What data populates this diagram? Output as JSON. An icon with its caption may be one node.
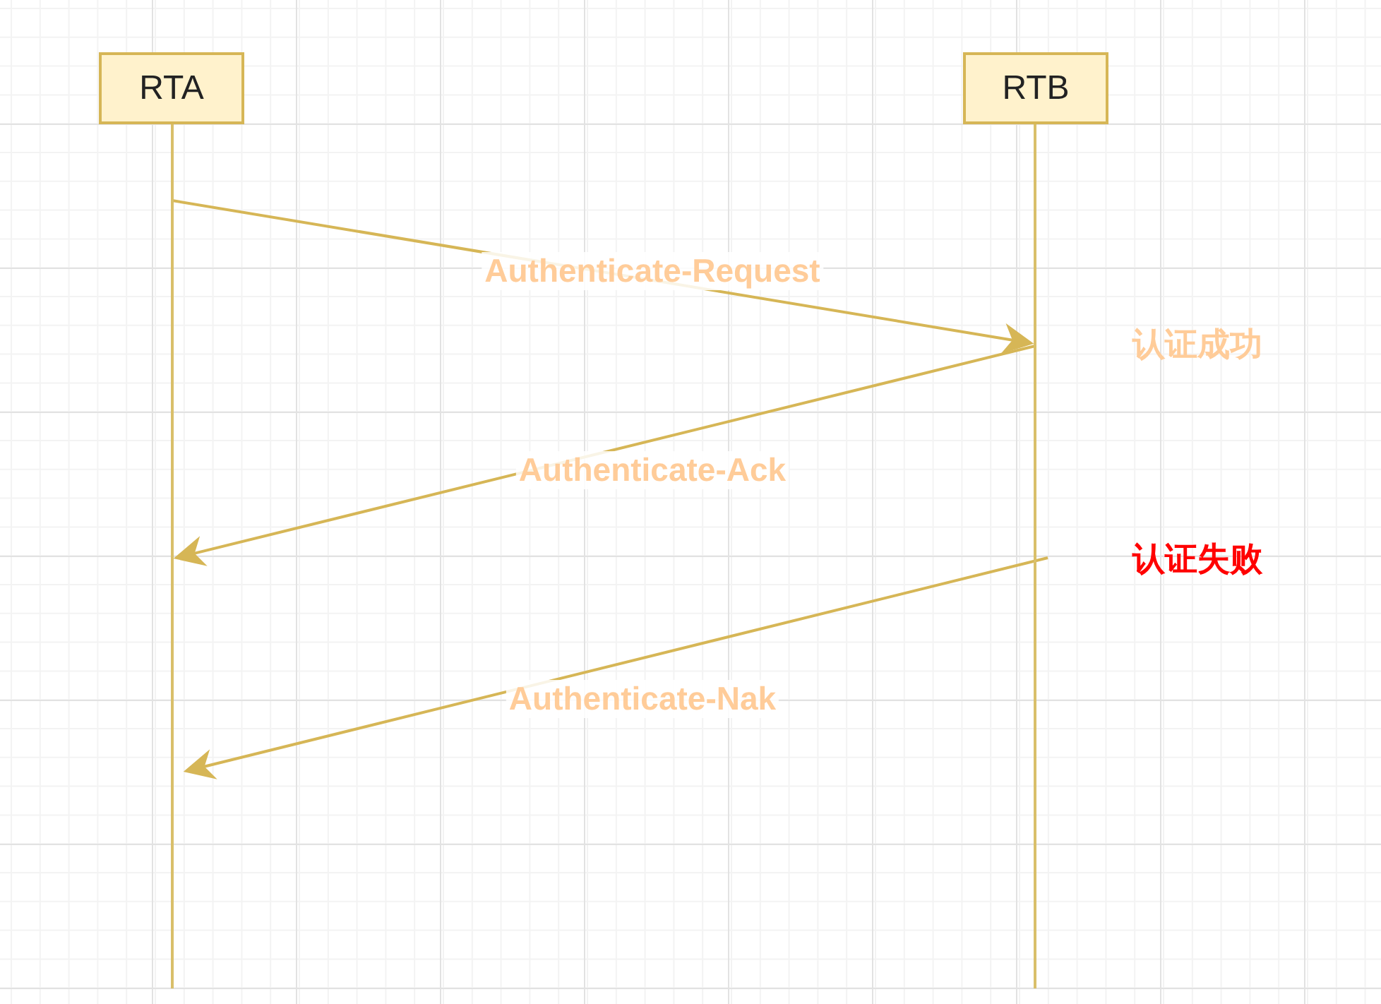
{
  "diagram": {
    "nodes": [
      {
        "text": [
          "RTA"
        ]
      },
      {
        "text": [
          "RTB"
        ]
      }
    ],
    "edges": [
      {
        "from": 0,
        "to": 1,
        "arrow": "to",
        "label": "Authenticate-Request"
      },
      {
        "from": 1,
        "to": 0,
        "arrow": "to",
        "label": "Authenticate-Ack"
      },
      {
        "from": 1,
        "to": 0,
        "arrow": "to",
        "label": "Authenticate-Nak"
      }
    ],
    "labels": [
      "认证成功",
      "认证失败"
    ]
  }
}
